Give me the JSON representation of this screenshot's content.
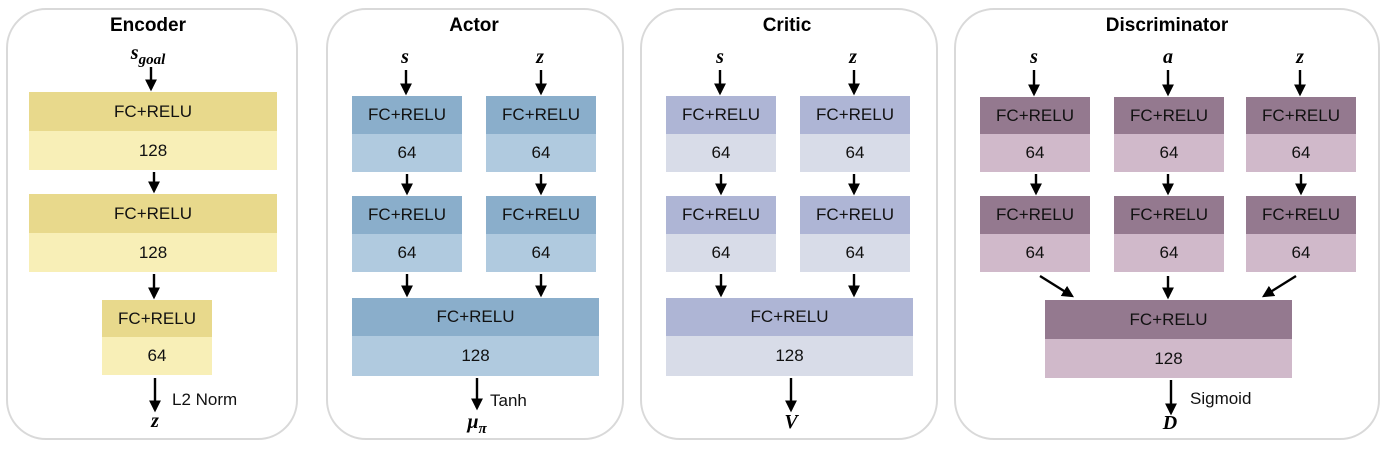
{
  "colors": {
    "encoder_top": "#e8d98c",
    "encoder_bot": "#f8efb7",
    "actor_top": "#8aaecb",
    "actor_bot": "#b0cadf",
    "critic_top": "#aeb5d5",
    "critic_bot": "#d8dce8",
    "disc_top": "#94798f",
    "disc_bot": "#d0b9ca",
    "panel_border": "#d9d9d9"
  },
  "encoder": {
    "title": "Encoder",
    "input": "s",
    "input_sub": "goal",
    "layers": [
      {
        "label": "FC+RELU",
        "size": "128"
      },
      {
        "label": "FC+RELU",
        "size": "128"
      },
      {
        "label": "FC+RELU",
        "size": "64"
      }
    ],
    "activation": "L2 Norm",
    "output": "z"
  },
  "actor": {
    "title": "Actor",
    "inputs": [
      "s",
      "z"
    ],
    "branches": [
      [
        {
          "label": "FC+RELU",
          "size": "64"
        },
        {
          "label": "FC+RELU",
          "size": "64"
        }
      ],
      [
        {
          "label": "FC+RELU",
          "size": "64"
        },
        {
          "label": "FC+RELU",
          "size": "64"
        }
      ]
    ],
    "merge": {
      "label": "FC+RELU",
      "size": "128"
    },
    "activation": "Tanh",
    "output": "μ",
    "output_sub": "π"
  },
  "critic": {
    "title": "Critic",
    "inputs": [
      "s",
      "z"
    ],
    "branches": [
      [
        {
          "label": "FC+RELU",
          "size": "64"
        },
        {
          "label": "FC+RELU",
          "size": "64"
        }
      ],
      [
        {
          "label": "FC+RELU",
          "size": "64"
        },
        {
          "label": "FC+RELU",
          "size": "64"
        }
      ]
    ],
    "merge": {
      "label": "FC+RELU",
      "size": "128"
    },
    "output": "V"
  },
  "discriminator": {
    "title": "Discriminator",
    "inputs": [
      "s",
      "a",
      "z"
    ],
    "branches": [
      [
        {
          "label": "FC+RELU",
          "size": "64"
        },
        {
          "label": "FC+RELU",
          "size": "64"
        }
      ],
      [
        {
          "label": "FC+RELU",
          "size": "64"
        },
        {
          "label": "FC+RELU",
          "size": "64"
        }
      ],
      [
        {
          "label": "FC+RELU",
          "size": "64"
        },
        {
          "label": "FC+RELU",
          "size": "64"
        }
      ]
    ],
    "merge": {
      "label": "FC+RELU",
      "size": "128"
    },
    "activation": "Sigmoid",
    "output": "D"
  }
}
